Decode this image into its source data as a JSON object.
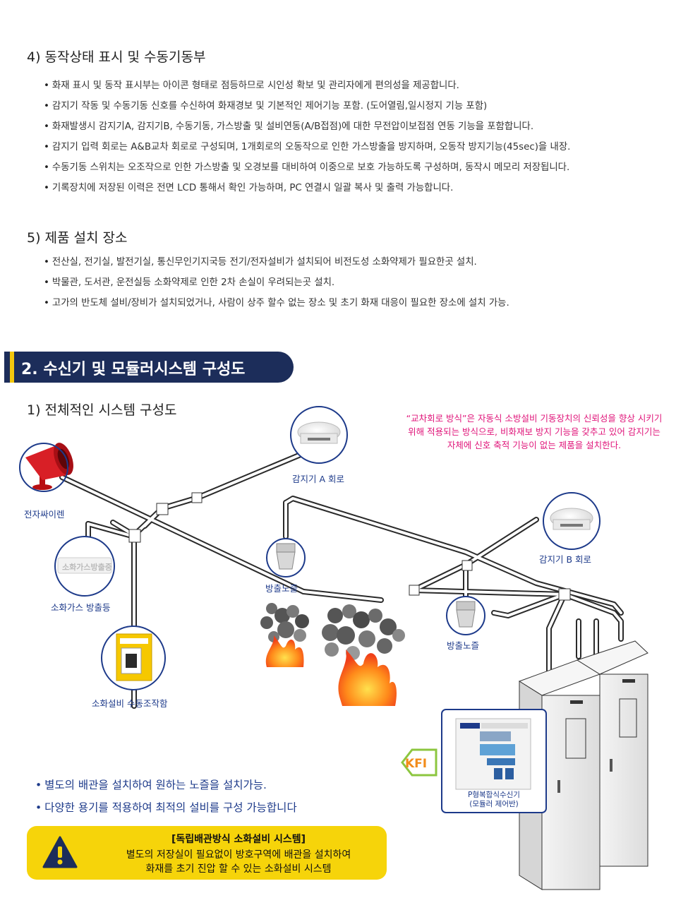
{
  "section4": {
    "title": "4) 동작상태 표시 및 수동기동부",
    "bullets": [
      "화재 표시 및 동작 표시부는 아이콘 형태로 점등하므로 시인성 확보 및 관리자에게 편의성을 제공합니다.",
      "감지기 작동 및 수동기동 신호를 수신하여 화재경보 및 기본적인 제어기능 포함. (도어열림,일시정지 기능 포함)",
      "화재발생시 감지기A, 감지기B, 수동기동, 가스방출 및 설비연동(A/B접점)에 대한 무전압이보접점 연동 기능을 포함합니다.",
      "감지기 입력 회로는 A&B교차 회로로 구성되며, 1개회로의 오동작으로 인한 가스방출을 방지하며, 오동작 방지기능(45sec)을 내장.",
      "수동기동 스위치는 오조작으로 인한 가스방출 및 오경보를 대비하여 이중으로 보호 가능하도록 구성하며, 동작시 메모리 저장됩니다.",
      "기록장치에 저장된 이력은 전면 LCD 통해서 확인 가능하며, PC 연결시 일괄 복사 및 출력 가능합니다."
    ]
  },
  "section5": {
    "title": "5) 제품 설치 장소",
    "bullets": [
      "전산실, 전기실, 발전기실, 통신무인기지국등 전기/전자설비가 설치되어 비전도성 소화약제가 필요한곳 설치.",
      "박물관, 도서관, 운전실등 소화약제로 인한 2차 손실이 우려되는곳 설치.",
      "고가의 반도체 설비/장비가 설치되었거나, 사람이 상주 할수 없는 장소 및 초기 화재 대응이 필요한 장소에 설치 가능."
    ]
  },
  "banner": {
    "title": "2. 수신기 및 모듈러시스템 구성도"
  },
  "diagram": {
    "subtitle": "1) 전체적인 시스템 구성도",
    "note_lines": [
      "“교차회로 방식”은 자동식 소방설비 기동장치의 신뢰성을 향상 시키기",
      "위해 적용되는 방식으로, 비화재보 방지 기능을 갖추고 있어 감지기는",
      "자체에 신호 축적 기능이 없는 제품을 설치한다."
    ],
    "labels": {
      "siren": "전자싸이렌",
      "detector_a": "감지기 A 회로",
      "detector_b": "감지기 B 회로",
      "nozzle_1": "방출노즐",
      "nozzle_2": "방출노즐",
      "gas_lamp": "소화가스 방출등",
      "gas_lamp_sign": "소화가스방출중",
      "manual_box": "소화설비 수동조작함",
      "controller_1": "P형복합식수신기",
      "controller_2": "(모듈러 제어반)",
      "kfi": "KFI"
    },
    "bottom_bullets": [
      "별도의 배관을 설치하여 원하는 노즐을 설치가능.",
      "다양한 용기를 적용하여 최적의 설비를 구성 가능합니다"
    ],
    "warning": {
      "title": "[독립배관방식 소화설비 시스템]",
      "line1": "별도의 저장실이 필요없이 방호구역에 배관을 설치하여",
      "line2": "화재를 초기 진압 할 수 있는 소화설비 시스템"
    }
  },
  "colors": {
    "banner_bg": "#1c2d5a",
    "banner_accent": "#f3c70d",
    "note_pink": "#e0157a",
    "label_blue": "#1d3a8a",
    "warning_yellow": "#f6d40a"
  }
}
